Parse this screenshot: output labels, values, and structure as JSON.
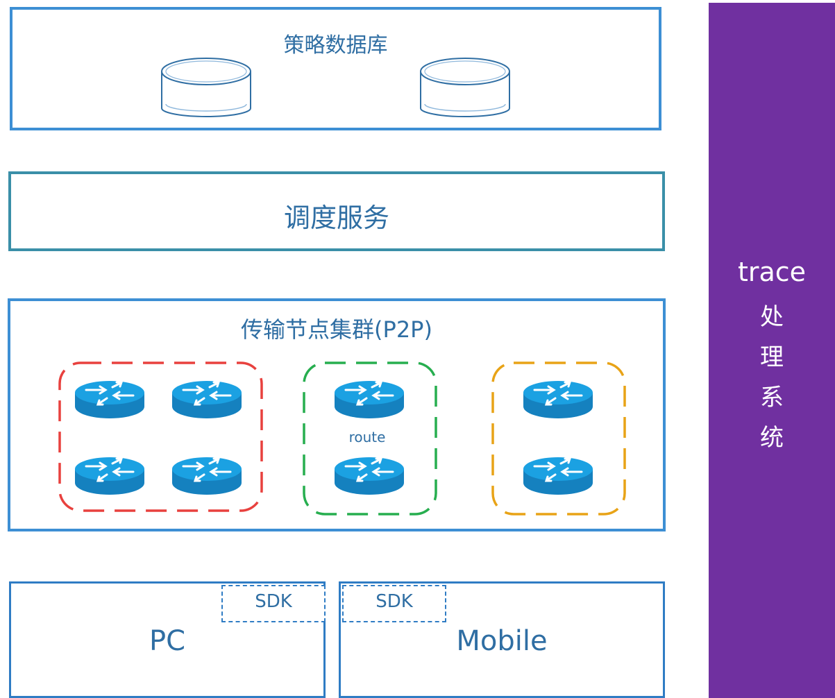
{
  "db": {
    "title": "策略数据库",
    "icon": "database-icon"
  },
  "scheduler": {
    "title": "调度服务"
  },
  "transport": {
    "title": "传输节点集群(P2P)",
    "groups": [
      {
        "color": "#e8413e",
        "routers": 4
      },
      {
        "color": "#27ae4f",
        "routers": 2,
        "label": "route"
      },
      {
        "color": "#e8a317",
        "routers": 2
      }
    ],
    "router_color": "#1ba1e2"
  },
  "clients": {
    "pc": {
      "label": "PC",
      "sdk": "SDK"
    },
    "mobile": {
      "label": "Mobile",
      "sdk": "SDK"
    }
  },
  "trace": {
    "title": "trace",
    "chars": [
      "处",
      "理",
      "系",
      "统"
    ],
    "color": "#7030a0"
  }
}
